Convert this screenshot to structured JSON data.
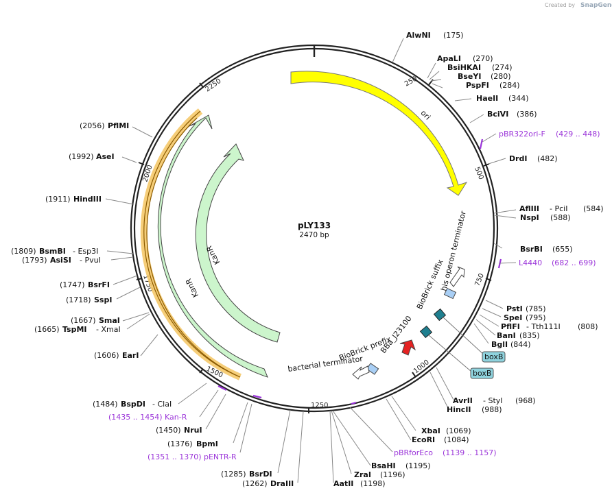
{
  "credit": {
    "created_by": "Created by",
    "logo": "SnapGene"
  },
  "plasmid": {
    "name": "pLY133",
    "length_label": "2470 bp",
    "length": 2470
  },
  "ticks": [
    "250",
    "500",
    "750",
    "1000",
    "1250",
    "1500",
    "1750",
    "2000",
    "2250"
  ],
  "features": {
    "ori": "ori",
    "kanr_outer": "KanR",
    "kanr_inner": "KanR",
    "his_term": "his operon terminator",
    "bb_suffix": "BioBrick suffix",
    "j23100": "BBa_J23100",
    "bb_prefix": "BioBrick prefix",
    "bact_term": "bacterial terminator",
    "boxb1": "boxB",
    "boxb2": "boxB"
  },
  "enzymes": {
    "AlwNI": {
      "name": "AlwNI",
      "pos": "(175)"
    },
    "ApaLI": {
      "name": "ApaLI",
      "pos": "(270)"
    },
    "BsiHKAI": {
      "name": "BsiHKAI",
      "pos": "(274)"
    },
    "BseYI": {
      "name": "BseYI",
      "pos": "(280)"
    },
    "PspFI": {
      "name": "PspFI",
      "pos": "(284)"
    },
    "HaeII": {
      "name": "HaeII",
      "pos": "(344)"
    },
    "BciVI": {
      "name": "BciVI",
      "pos": "(386)"
    },
    "DrdI": {
      "name": "DrdI",
      "pos": "(482)"
    },
    "AflIII": {
      "name": "AflIII",
      "sep": "- PciI",
      "pos": "(584)"
    },
    "NspI": {
      "name": "NspI",
      "pos": "(588)"
    },
    "BsrBI": {
      "name": "BsrBI",
      "pos": "(655)"
    },
    "PstI": {
      "name": "PstI",
      "pos": "(785)"
    },
    "SpeI": {
      "name": "SpeI",
      "pos": "(795)"
    },
    "PflFI": {
      "name": "PflFI",
      "sep": "- Tth111I",
      "pos": "(808)"
    },
    "BanI": {
      "name": "BanI",
      "pos": "(835)"
    },
    "BglI": {
      "name": "BglI",
      "pos": "(844)"
    },
    "AvrII": {
      "name": "AvrII",
      "sep": "- StyI",
      "pos": "(968)"
    },
    "HincII": {
      "name": "HincII",
      "pos": "(988)"
    },
    "XbaI": {
      "name": "XbaI",
      "pos": "(1069)"
    },
    "EcoRI": {
      "name": "EcoRI",
      "pos": "(1084)"
    },
    "BsaHI": {
      "name": "BsaHI",
      "pos": "(1195)"
    },
    "ZraI": {
      "name": "ZraI",
      "pos": "(1196)"
    },
    "AatII": {
      "name": "AatII",
      "pos": "(1198)"
    },
    "DraIII": {
      "name": "DraIII",
      "pos": "(1262)"
    },
    "BsrDI": {
      "name": "BsrDI",
      "pos": "(1285)"
    },
    "BpmI": {
      "name": "BpmI",
      "pos": "(1376)"
    },
    "NruI": {
      "name": "NruI",
      "pos": "(1450)"
    },
    "BspDI": {
      "name": "BspDI",
      "sep": "- ClaI",
      "pos": "(1484)"
    },
    "EarI": {
      "name": "EarI",
      "pos": "(1606)"
    },
    "TspMI": {
      "name": "TspMI",
      "sep": "- XmaI",
      "pos": "(1665)"
    },
    "SmaI": {
      "name": "SmaI",
      "pos": "(1667)"
    },
    "SspI": {
      "name": "SspI",
      "pos": "(1718)"
    },
    "BsrFI": {
      "name": "BsrFI",
      "pos": "(1747)"
    },
    "AsiSI": {
      "name": "AsiSI",
      "sep": "- PvuI",
      "pos": "(1793)"
    },
    "BsmBI": {
      "name": "BsmBI",
      "sep": "- Esp3I",
      "pos": "(1809)"
    },
    "HindIII": {
      "name": "HindIII",
      "pos": "(1911)"
    },
    "AseI": {
      "name": "AseI",
      "pos": "(1992)"
    },
    "PflMI": {
      "name": "PflMI",
      "pos": "(2056)"
    }
  },
  "primers": {
    "pBR322ori": {
      "name": "pBR322ori-F",
      "range": "(429 .. 448)"
    },
    "L4440": {
      "name": "L4440",
      "range": "(682 .. 699)"
    },
    "pBRforEco": {
      "name": "pBRforEco",
      "range": "(1139 .. 1157)"
    },
    "pENTR": {
      "name": "pENTR-R",
      "range": "(1351 .. 1370)"
    },
    "KanR": {
      "name": "Kan-R",
      "range": "(1435 .. 1454)"
    }
  },
  "colors": {
    "ori": "#ffff00",
    "kanr": "#ccf5cc",
    "kan_highlight": "#f5c96a",
    "terminator": "#a9cff5",
    "promoter": "#e52222",
    "boxb_marker": "#1f7f8f",
    "boxb_label": "#8fd3de",
    "primer": "#9b35d9",
    "backbone": "#222222"
  }
}
